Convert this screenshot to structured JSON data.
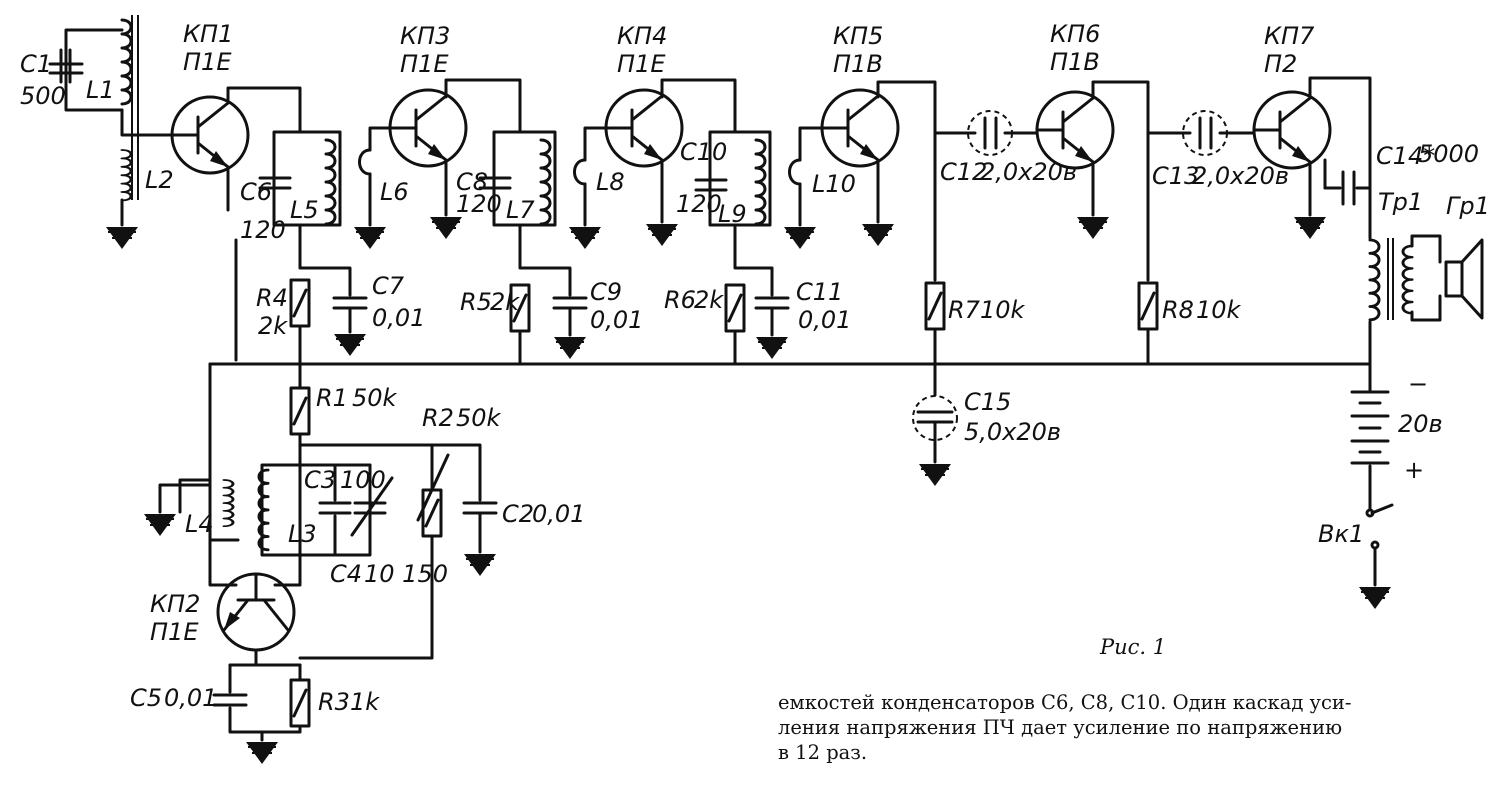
{
  "figure_caption": "Рис. 1",
  "body_text": [
    "емкостей конденсаторов C6, C8, C10. Один каскад уси-",
    "ления напряжения ПЧ дает усиление по напряжению",
    "в 12 раз."
  ],
  "transistors": [
    {
      "ref": "КП1",
      "type": "П1Е"
    },
    {
      "ref": "КП2",
      "type": "П1Е"
    },
    {
      "ref": "КП3",
      "type": "П1Е"
    },
    {
      "ref": "КП4",
      "type": "П1Е"
    },
    {
      "ref": "КП5",
      "type": "П1В"
    },
    {
      "ref": "КП6",
      "type": "П1В"
    },
    {
      "ref": "КП7",
      "type": "П2"
    }
  ],
  "capacitors": {
    "C1": {
      "ref": "C1",
      "value": "500"
    },
    "C2": {
      "ref": "C2",
      "value": "0,01"
    },
    "C3": {
      "ref": "C3",
      "value": "100"
    },
    "C4": {
      "ref": "C4",
      "value": "10  150"
    },
    "C5": {
      "ref": "C5",
      "value": "0,01"
    },
    "C6": {
      "ref": "C6",
      "value": "120"
    },
    "C7": {
      "ref": "C7",
      "value": "0,01"
    },
    "C8": {
      "ref": "C8",
      "value": "120"
    },
    "C9": {
      "ref": "C9",
      "value": "0,01"
    },
    "C10": {
      "ref": "C10",
      "value": "120"
    },
    "C11": {
      "ref": "C11",
      "value": "0,01"
    },
    "C12": {
      "ref": "C12",
      "value": "2,0x20в"
    },
    "C13": {
      "ref": "C13",
      "value": "2,0x20в"
    },
    "C14": {
      "ref": "C14*",
      "value": "5000"
    },
    "C15": {
      "ref": "C15",
      "value": "5,0x20в"
    }
  },
  "resistors": {
    "R1": {
      "ref": "R1",
      "value": "50k"
    },
    "R2": {
      "ref": "R2",
      "value": "50k"
    },
    "R3": {
      "ref": "R3",
      "value": "1k"
    },
    "R4": {
      "ref": "R4",
      "value": "2k"
    },
    "R5": {
      "ref": "R5",
      "value": "2k"
    },
    "R6": {
      "ref": "R6",
      "value": "2k"
    },
    "R7": {
      "ref": "R7",
      "value": "10k"
    },
    "R8": {
      "ref": "R8",
      "value": "10k"
    }
  },
  "inductors": [
    "L1",
    "L2",
    "L3",
    "L4",
    "L5",
    "L6",
    "L7",
    "L8",
    "L9",
    "L10"
  ],
  "transformer": "Тр1",
  "speaker": "Гр1",
  "battery": {
    "voltage": "20в",
    "minus": "−",
    "plus": "+"
  },
  "switch": "Вк1"
}
